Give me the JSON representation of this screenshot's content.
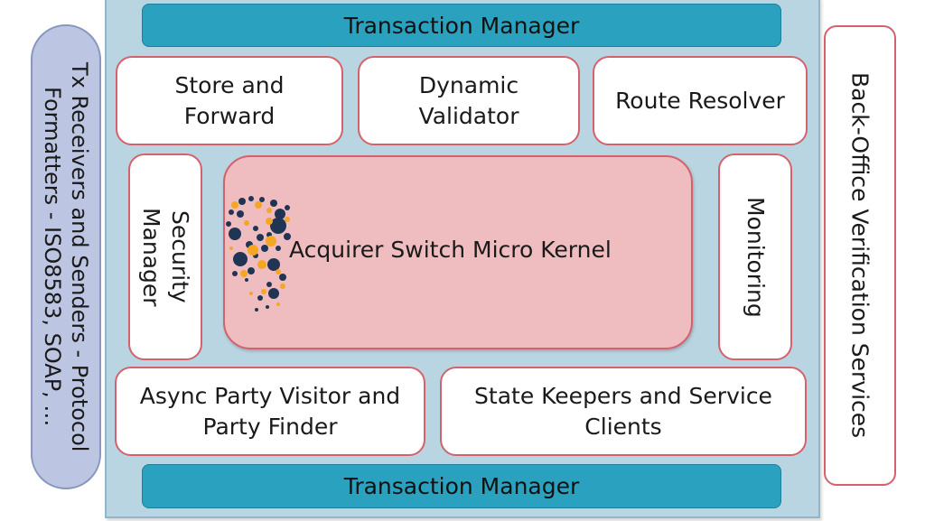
{
  "diagram": {
    "left_pill": {
      "label": "Tx Receivers and Senders - Protocol Formatters - ISO8583, SOAP, …"
    },
    "right_box": {
      "label": "Back-Office Verification Services"
    },
    "top_bar": {
      "label": "Transaction Manager"
    },
    "bottom_bar": {
      "label": "Transaction Manager"
    },
    "top_row": [
      {
        "label": "Store and Forward"
      },
      {
        "label": "Dynamic Validator"
      },
      {
        "label": "Route Resolver"
      }
    ],
    "security_manager": {
      "label": "Security Manager"
    },
    "monitoring": {
      "label": "Monitoring"
    },
    "kernel": {
      "label": "Acquirer Switch Micro Kernel",
      "logo": "dotted-g-logo-icon"
    },
    "bottom_row": [
      {
        "label": "Async Party Visitor and Party Finder"
      },
      {
        "label": "State Keepers and Service Clients"
      }
    ],
    "colors": {
      "frame": "#b9d5e2",
      "bar": "#2aa2bf",
      "box_border": "#d4626c",
      "kernel": "#efbcbf",
      "pill": "#bcc5e2",
      "logo_dark": "#1f3553",
      "logo_accent": "#f5a623"
    }
  }
}
